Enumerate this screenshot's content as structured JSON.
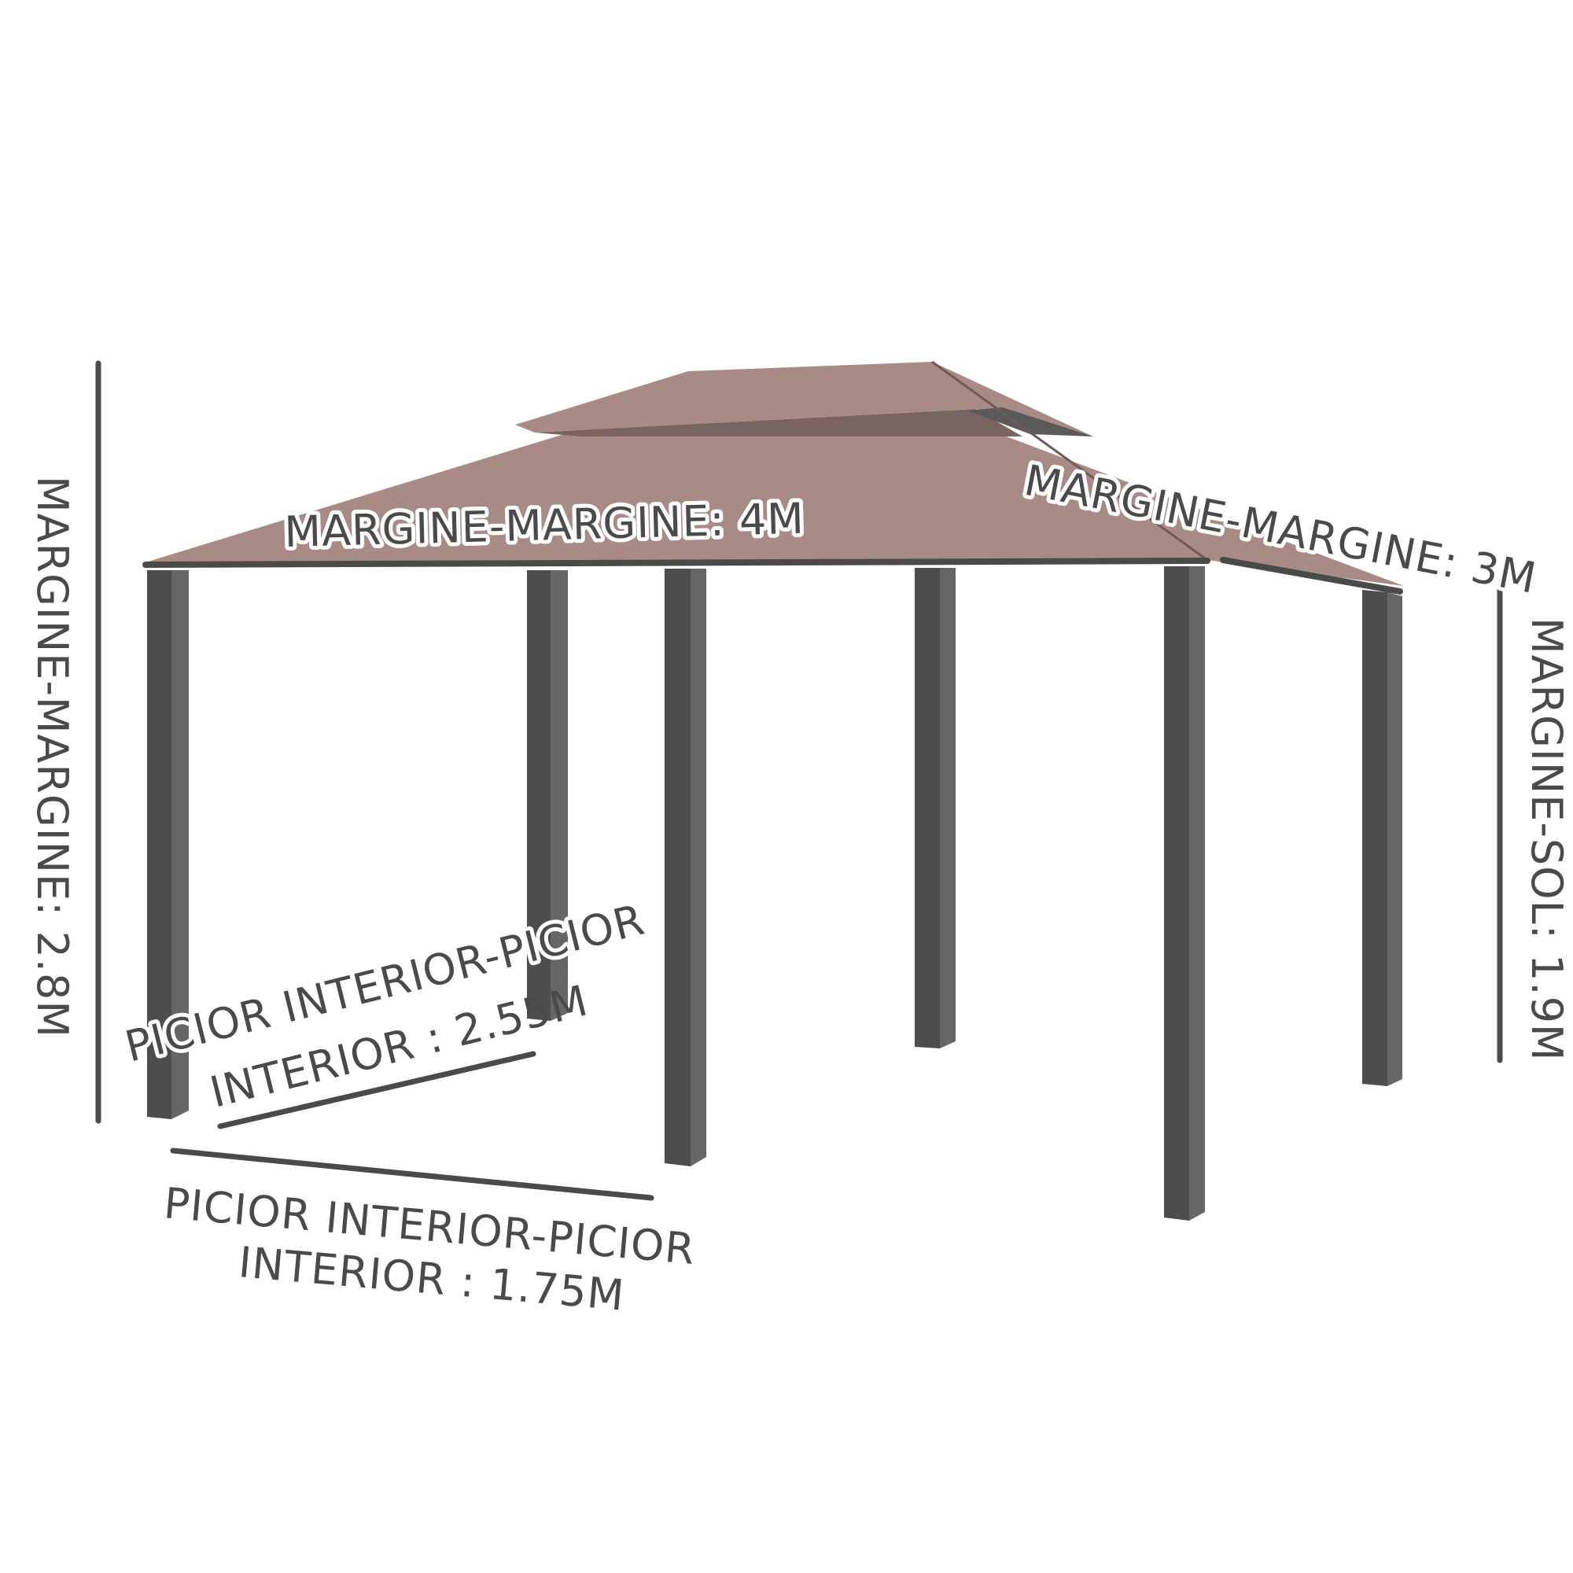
{
  "colors": {
    "canopy": "#a98b86",
    "canopy_shadow": "#7a6461",
    "canopy_vent": "#5a5a5a",
    "post_dark": "#4d4d4d",
    "post_light": "#666666",
    "frame": "#4a4a4a",
    "text": "#4a4a4a",
    "background": "#ffffff"
  },
  "labels": {
    "height_total": "MARGINE-MARGINE: 2.8M",
    "width_front": "MARGINE-MARGINE: 4M",
    "depth_side": "MARGINE-MARGINE: 3M",
    "height_eave": "MARGINE-SOL: 1.9M",
    "inner_leg_line1": "PICIOR INTERIOR-PICIOR",
    "inner_leg_line2": "INTERIOR : 2.55M",
    "front_leg_line1": "PICIOR INTERIOR-PICIOR",
    "front_leg_line2": "INTERIOR : 1.75M"
  }
}
